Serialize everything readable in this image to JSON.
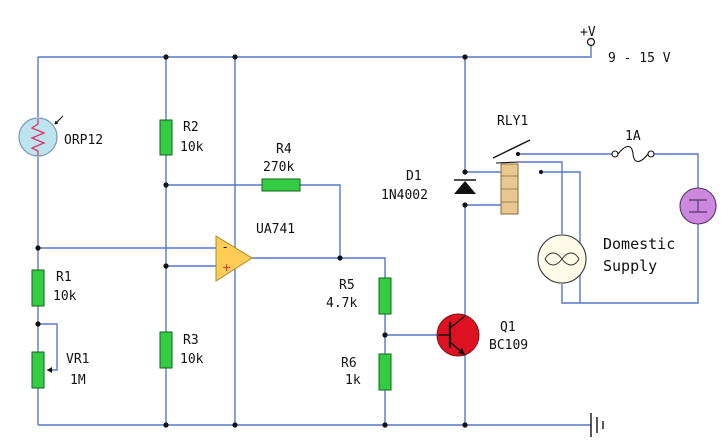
{
  "supply": {
    "terminal": "+V",
    "range": "9 - 15 V"
  },
  "components": {
    "ldr": {
      "ref": "ORP12"
    },
    "r1": {
      "ref": "R1",
      "value": "10k"
    },
    "vr1": {
      "ref": "VR1",
      "value": "1M"
    },
    "r2": {
      "ref": "R2",
      "value": "10k"
    },
    "r3": {
      "ref": "R3",
      "value": "10k"
    },
    "r4": {
      "ref": "R4",
      "value": "270k"
    },
    "opamp": {
      "ref": "UA741",
      "minus": "-",
      "plus": "+"
    },
    "r5": {
      "ref": "R5",
      "value": "4.7k"
    },
    "r6": {
      "ref": "R6",
      "value": "1k"
    },
    "q1": {
      "ref": "Q1",
      "value": "BC109"
    },
    "d1": {
      "ref": "D1",
      "value": "1N4002"
    },
    "rly1": {
      "ref": "RLY1"
    },
    "fuse": {
      "value": "1A"
    },
    "lamp": {
      "ref": ""
    },
    "mains": {
      "line1": "Domestic",
      "line2": "Supply"
    }
  },
  "colors": {
    "wire": "#5577cc",
    "resistor": "#33cc44",
    "opamp": "#ffcc55",
    "transistor": "#dd1122",
    "relay": "#e8c890",
    "ldr": "#bde4ee",
    "lamp": "#fffbe8",
    "mains": "#cc88dd"
  }
}
